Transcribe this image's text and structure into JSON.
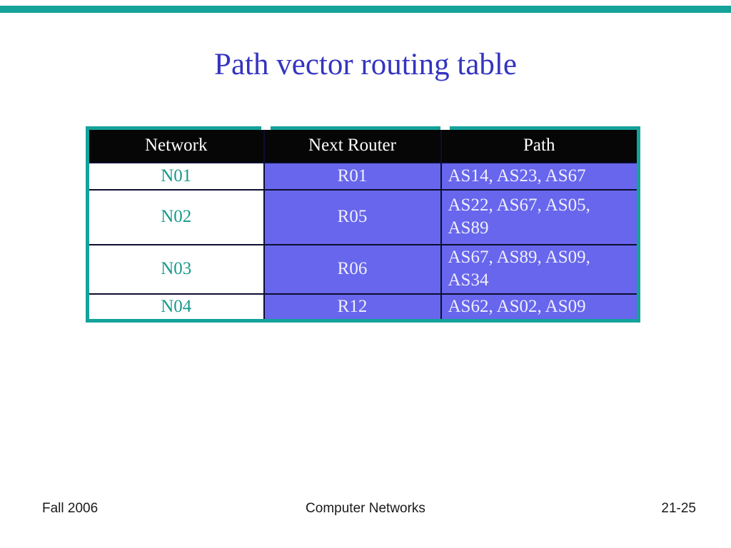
{
  "slide": {
    "title": "Path vector routing table",
    "footer": {
      "left": "Fall 2006",
      "center": "Computer Networks",
      "right": "21-25"
    }
  },
  "table": {
    "headers": [
      "Network",
      "Next Router",
      "Path"
    ],
    "rows": [
      {
        "network": "N01",
        "next_router": "R01",
        "path": "AS14, AS23, AS67"
      },
      {
        "network": "N02",
        "next_router": "R05",
        "path": "AS22, AS67, AS05,\nAS89"
      },
      {
        "network": "N03",
        "next_router": "R06",
        "path": "AS67, AS89, AS09,\nAS34"
      },
      {
        "network": "N04",
        "next_router": "R12",
        "path": "AS62, AS02, AS09"
      }
    ]
  },
  "colors": {
    "accent_teal": "#14a29b",
    "title_blue": "#3534c0",
    "cell_purple": "#6766ec",
    "network_text_teal": "#17998c",
    "cell_text_light": "#f0effc",
    "header_bg": "#060606",
    "header_text": "#ffffff"
  }
}
